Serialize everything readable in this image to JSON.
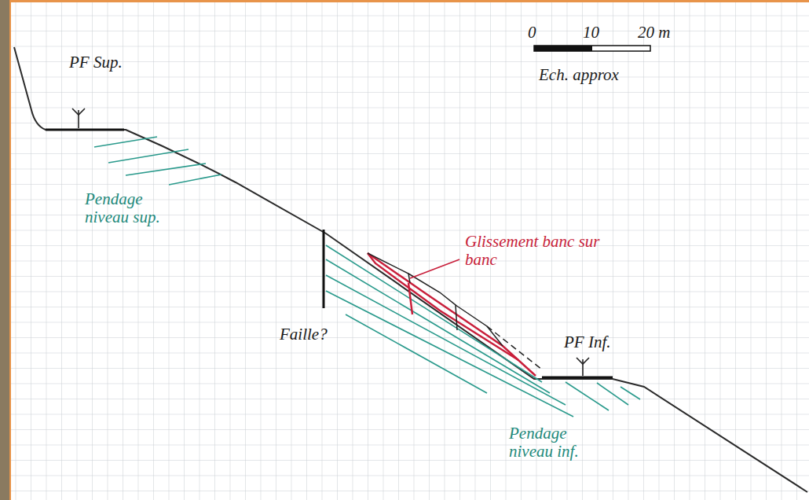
{
  "diagram": {
    "labels": [
      "PF Sup.",
      "0",
      "10",
      "20 m",
      "Ech. approx",
      "Pendage niveau sup.",
      "Glissement banc sur banc",
      "Faille?",
      "PF Inf.",
      "Pendage niveau inf."
    ]
  }
}
